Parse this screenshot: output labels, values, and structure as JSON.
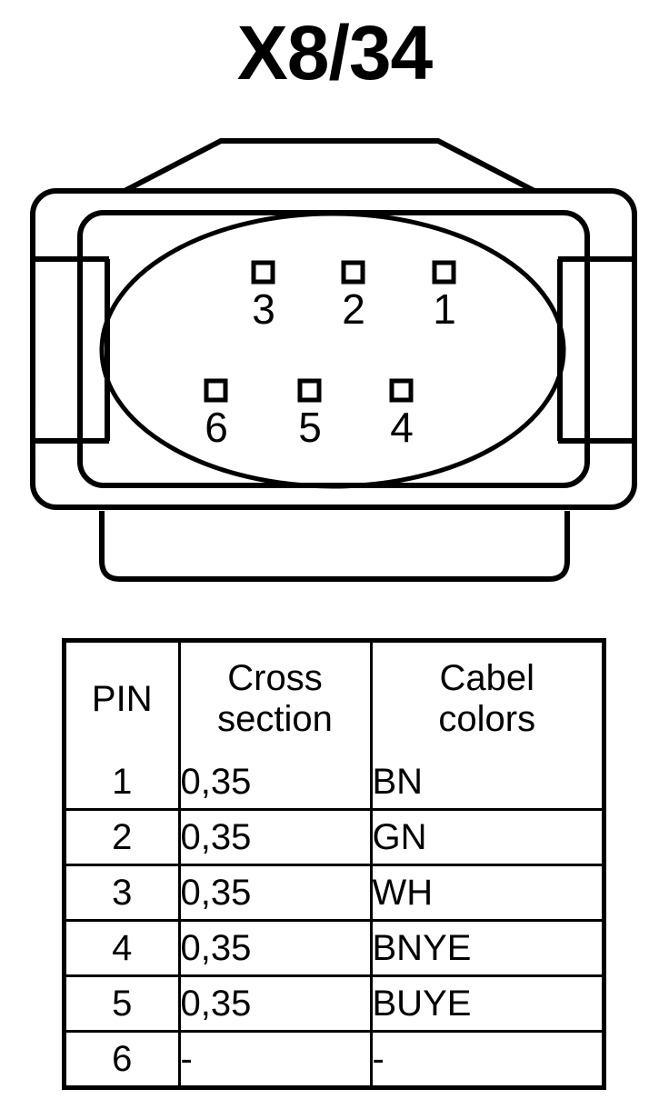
{
  "title": "X8/34",
  "connector": {
    "name": "6-pin-connector-diagram",
    "pins_top_row": [
      "3",
      "2",
      "1"
    ],
    "pins_bottom_row": [
      "6",
      "5",
      "4"
    ],
    "line_color": "#000000",
    "fill_color": "#ffffff"
  },
  "table": {
    "headers": [
      "PIN",
      "Cross\nsection",
      "Cabel\ncolors"
    ],
    "header_pin": "PIN",
    "header_cross_line1": "Cross",
    "header_cross_line2": "section",
    "header_color_line1": "Cabel",
    "header_color_line2": "colors",
    "rows": [
      {
        "pin": "1",
        "cross_section": "0,35",
        "cable_color": "BN"
      },
      {
        "pin": "2",
        "cross_section": "0,35",
        "cable_color": "GN"
      },
      {
        "pin": "3",
        "cross_section": "0,35",
        "cable_color": "WH"
      },
      {
        "pin": "4",
        "cross_section": "0,35",
        "cable_color": "BNYE"
      },
      {
        "pin": "5",
        "cross_section": "0,35",
        "cable_color": "BUYE"
      },
      {
        "pin": "6",
        "cross_section": "-",
        "cable_color": "-"
      }
    ]
  }
}
